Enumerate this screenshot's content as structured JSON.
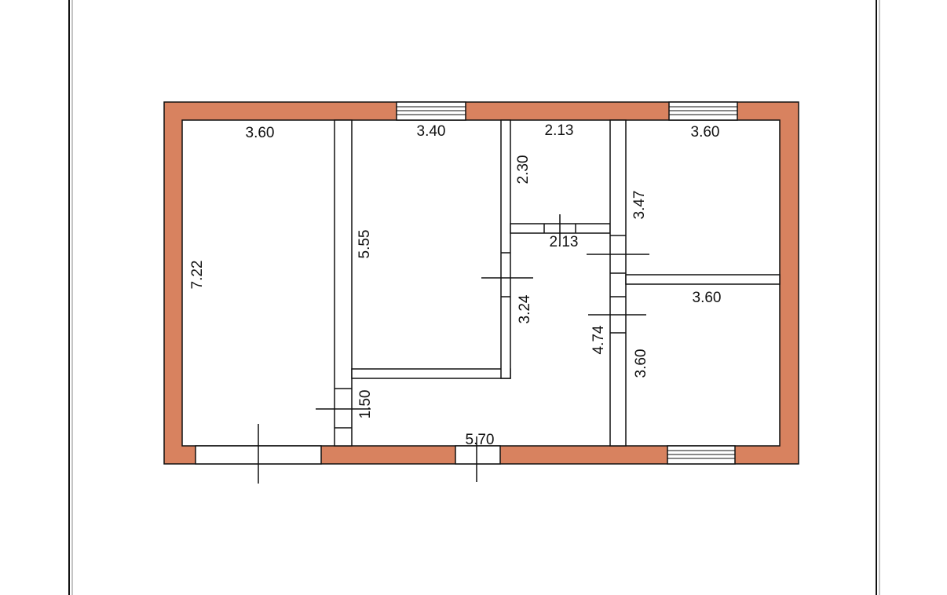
{
  "colors": {
    "background": "#ffffff",
    "exterior_wall": "#d8825f",
    "line": "#111111"
  },
  "dimensions": {
    "room_a_width": "3.60",
    "room_a_height": "7.22",
    "room_b_width": "3.40",
    "room_b_height": "5.55",
    "bath_width": "2.13",
    "bath_height": "2.30",
    "bath_lower_width": "2.13",
    "room_c_width": "3.60",
    "room_c_height": "3.47",
    "room_d_width": "3.60",
    "room_d_height": "3.60",
    "hall_height": "3.24",
    "hall_width": "5.70",
    "hall_corridor_height": "4.74",
    "hall_bottom_height": "1.50"
  }
}
